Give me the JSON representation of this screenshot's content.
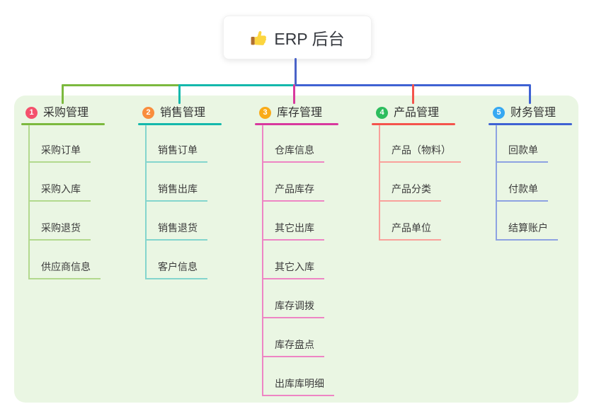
{
  "root": {
    "title": "ERP 后台",
    "icon": "thumbs-up-icon"
  },
  "colors": {
    "canvas_bg": "#ffffff",
    "board_bg": "#eaf6e3",
    "root_connector": "#4a63c8",
    "card_bg": "#ffffff",
    "title_text": "#36393f",
    "label_text": "#333333",
    "item_text": "#3c3c3c"
  },
  "branches": [
    {
      "badge": "1",
      "badge_color": "#f4516c",
      "label": "采购管理",
      "color": "#7cb93e",
      "light_color": "#b2d98e",
      "items": [
        "采购订单",
        "采购入库",
        "采购退货",
        "供应商信息"
      ]
    },
    {
      "badge": "2",
      "badge_color": "#f98d3d",
      "label": "销售管理",
      "color": "#14b8ac",
      "light_color": "#84d5cd",
      "items": [
        "销售订单",
        "销售出库",
        "销售退货",
        "客户信息"
      ]
    },
    {
      "badge": "3",
      "badge_color": "#f9ab19",
      "label": "库存管理",
      "color": "#d8399e",
      "light_color": "#ee85c4",
      "items": [
        "仓库信息",
        "产品库存",
        "其它出库",
        "其它入库",
        "库存调拨",
        "库存盘点",
        "出库库明细"
      ]
    },
    {
      "badge": "4",
      "badge_color": "#2dbd5e",
      "label": "产品管理",
      "color": "#f4544c",
      "light_color": "#f9a19b",
      "items": [
        "产品（物料）",
        "产品分类",
        "产品单位"
      ]
    },
    {
      "badge": "5",
      "badge_color": "#36a8f2",
      "label": "财务管理",
      "color": "#3f62d3",
      "light_color": "#8da2e2",
      "items": [
        "回款单",
        "付款单",
        "结算账户"
      ]
    }
  ]
}
